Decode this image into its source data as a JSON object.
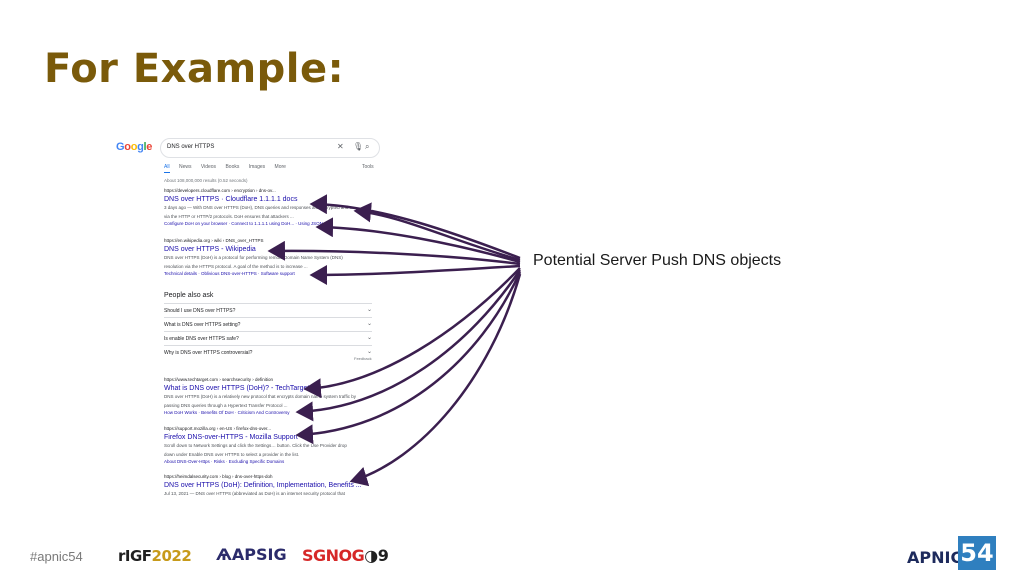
{
  "slide": {
    "title": "For Example:",
    "annotation": "Potential Server Push DNS objects",
    "arrow_color": "#3b1f4f"
  },
  "google": {
    "logo_letters": [
      {
        "ch": "G",
        "color": "#4285f4"
      },
      {
        "ch": "o",
        "color": "#ea4335"
      },
      {
        "ch": "o",
        "color": "#fbbc05"
      },
      {
        "ch": "g",
        "color": "#4285f4"
      },
      {
        "ch": "l",
        "color": "#34a853"
      },
      {
        "ch": "e",
        "color": "#ea4335"
      }
    ],
    "query": "DNS over HTTPS",
    "icons": [
      "close-icon",
      "mic-icon",
      "search-icon"
    ],
    "tabs": [
      "All",
      "News",
      "Videos",
      "Books",
      "Images",
      "More"
    ],
    "tools": "Tools",
    "stats": "About 108,000,000 results (0.52 seconds)",
    "results": [
      {
        "url": "https://developers.cloudflare.com › encryption › dns-ov...",
        "title": "DNS over HTTPS · Cloudflare 1.1.1.1 docs",
        "snippet": [
          "3 days ago — With DNS over HTTPS (DoH), DNS queries and responses are encrypted and ...",
          "via the HTTP or HTTP/2 protocols. DoH ensures that attackers ..."
        ],
        "links": "Configure DoH on your browser · Connect to 1.1.1.1 using DoH... · Using JSON"
      },
      {
        "url": "https://en.wikipedia.org › wiki › DNS_over_HTTPS",
        "title": "DNS over HTTPS - Wikipedia",
        "snippet": [
          "DNS over HTTPS (DoH) is a protocol for performing remote Domain Name System (DNS)",
          "resolution via the HTTPS protocol. A goal of the method is to increase ..."
        ],
        "links": "Technical details · Oblivious DNS-over-HTTPS · Software support"
      },
      {
        "url": "https://www.techtarget.com › searchsecurity › definition",
        "title": "What is DNS over HTTPS (DoH)? - TechTarget",
        "snippet": [
          "DNS over HTTPS (DoH) is a relatively new protocol that encrypts domain name system traffic by",
          "passing DNS queries through a Hypertext Transfer Protocol ..."
        ],
        "links": "How DoH Works · Benefits Of DoH · Criticism And Controversy"
      },
      {
        "url": "https://support.mozilla.org › en-US › firefox-dns-over...",
        "title": "Firefox DNS-over-HTTPS - Mozilla Support",
        "snippet": [
          "Scroll down to Network Settings and click the Settings… button. Click the Use Provider drop",
          "down under Enable DNS over HTTPS to select a provider in the list."
        ],
        "links": "About DNS-Over-Https · Risks · Excluding Specific Domains"
      },
      {
        "url": "https://heimdalsecurity.com › blog › dns-over-https-doh",
        "title": "DNS over HTTPS (DoH): Definition, Implementation, Benefits ...",
        "snippet": [
          "Jul 13, 2021 — DNS over HTTPS (abbreviated as DoH) is an internet security protocol that"
        ],
        "links": ""
      }
    ],
    "people_also_ask": {
      "heading": "People also ask",
      "questions": [
        "Should I use DNS over HTTPS?",
        "What is DNS over HTTPS setting?",
        "Is enable DNS over HTTPS safe?",
        "Why is DNS over HTTPS controversial?"
      ],
      "feedback": "Feedback"
    }
  },
  "footer": {
    "hashtag": "#apnic54",
    "igf_prefix": "rIGF",
    "igf_year": "2022",
    "apsig": "APSIG",
    "sgnog": "SGNOG",
    "sgnog_num": "9",
    "apnic": "APNIC",
    "apnic_num": "54"
  }
}
